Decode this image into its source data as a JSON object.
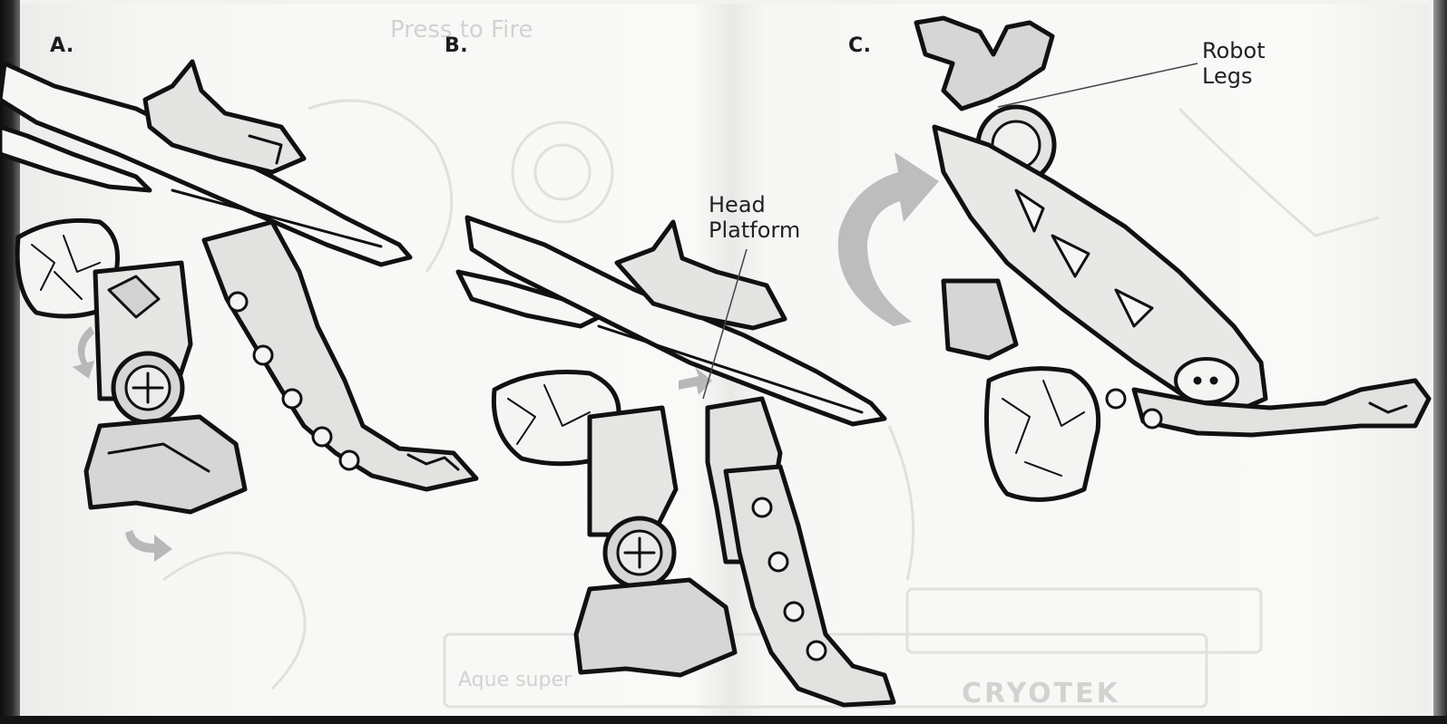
{
  "steps": [
    {
      "label": "A."
    },
    {
      "label": "B."
    },
    {
      "label": "C."
    }
  ],
  "callouts": {
    "head_platform": {
      "line1": "Head",
      "line2": "Platform"
    },
    "robot_legs": {
      "line1": "Robot",
      "line2": "Legs"
    }
  },
  "bleed_through": {
    "top": "Press to Fire",
    "bottom_left": "Aque  super",
    "logo": "CRYOTEK"
  },
  "colors": {
    "ink": "#111111",
    "part_fill": "#d8d8d8",
    "arrow_fill": "#b8b8b8",
    "paper": "#f7f7f5"
  }
}
